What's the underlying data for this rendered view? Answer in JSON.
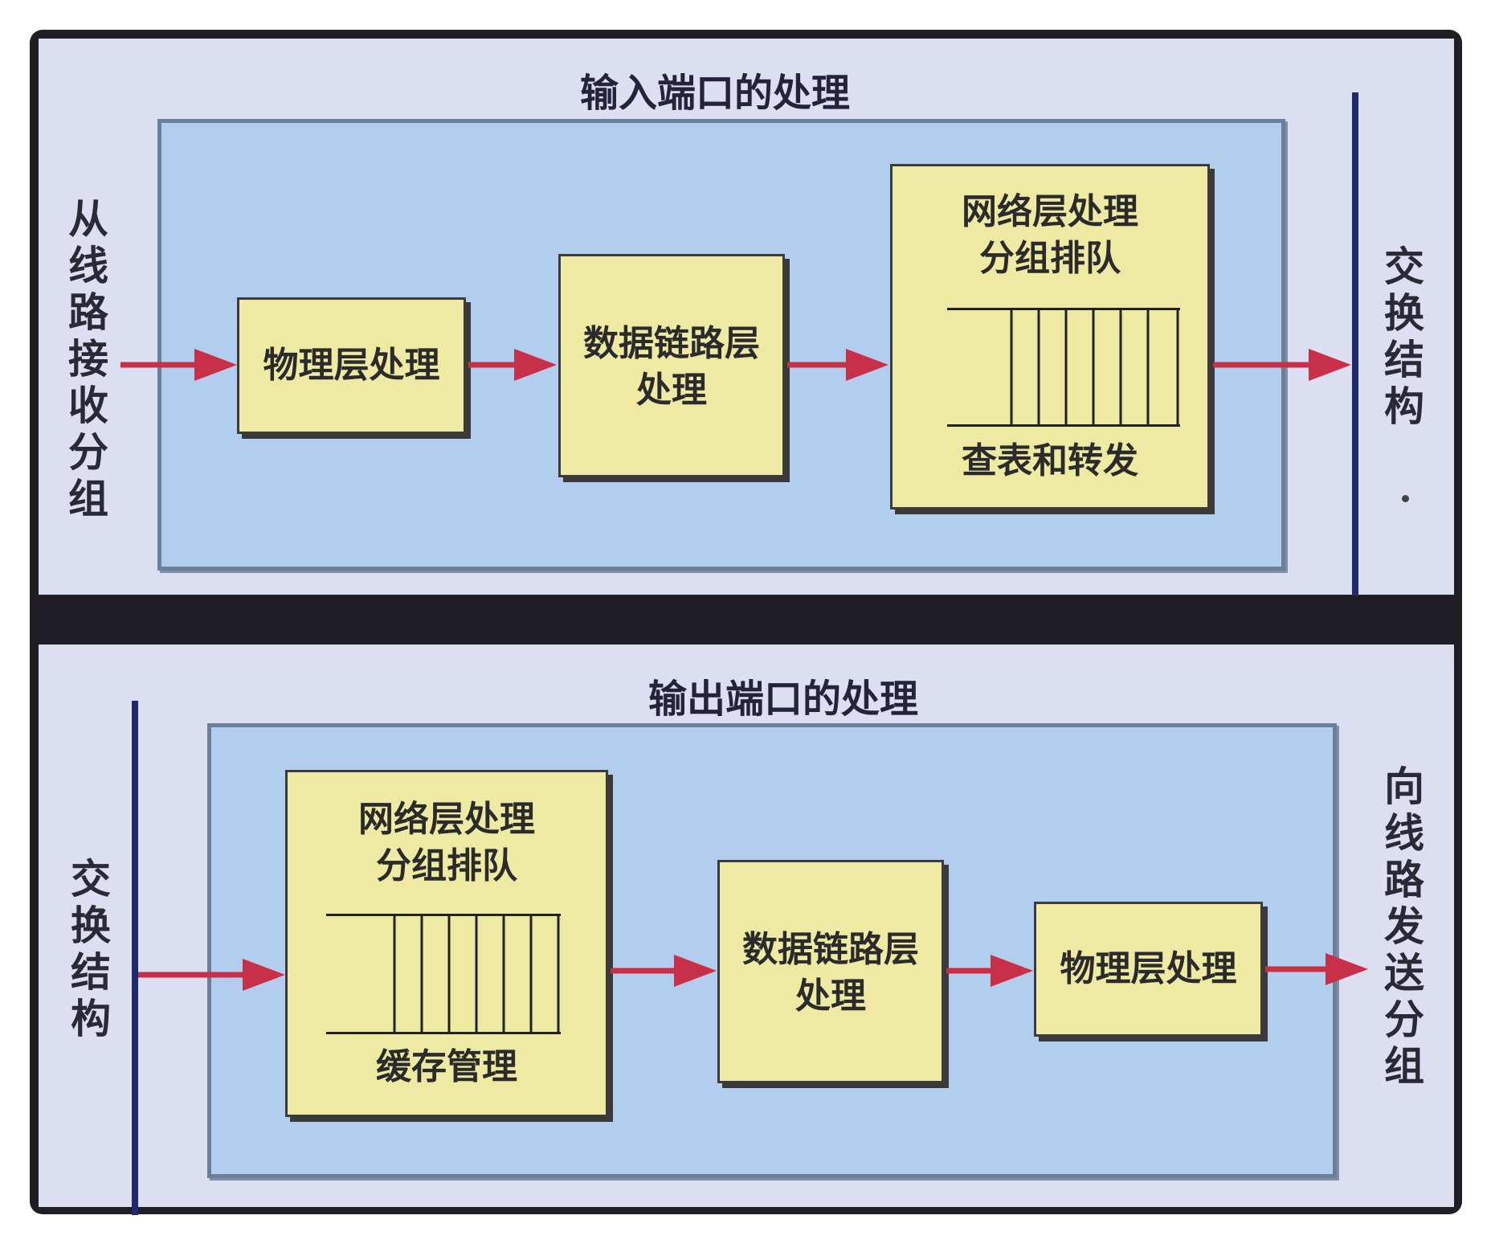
{
  "input_port": {
    "title": "输入端口的处理",
    "left_label": "从线路接收分组",
    "right_label": "交换结构",
    "boxes": {
      "physical": "物理层处理",
      "datalink_line1": "数据链路层",
      "datalink_line2": "处理",
      "network_line1": "网络层处理",
      "network_line2": "分组排队",
      "network_bottom": "查表和转发"
    }
  },
  "output_port": {
    "title": "输出端口的处理",
    "left_label": "交换结构",
    "right_label": "向线路发送分组",
    "boxes": {
      "network_line1": "网络层处理",
      "network_line2": "分组排队",
      "network_bottom": "缓存管理",
      "datalink_line1": "数据链路层",
      "datalink_line2": "处理",
      "physical": "物理层处理"
    }
  },
  "colors": {
    "arrow": "#c8304a",
    "box_fill": "#eeeaa4",
    "inner_fill": "#b3cdef",
    "panel_fill": "#dcdff2",
    "bar": "#1f2a6c"
  }
}
